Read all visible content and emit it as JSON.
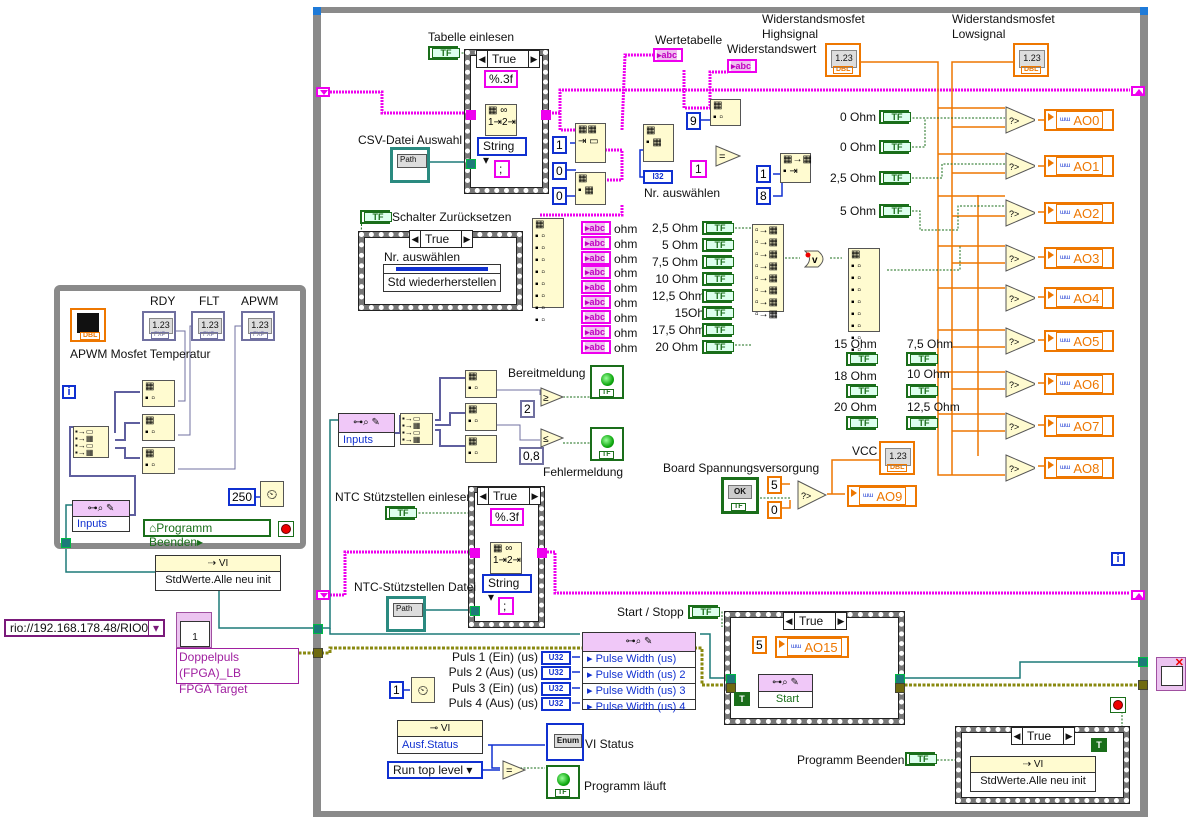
{
  "diagram": {
    "main_loop": {
      "iteration_terminal": "i"
    },
    "inner_loop": {
      "iteration_terminal": "i"
    },
    "tabelle": {
      "label": "Tabelle einlesen",
      "case_value": "True",
      "format_string": "%.3f",
      "type_ring": "String",
      "delimiter": ";",
      "path_label": "CSV-Datei Auswahl",
      "path_text": "Path",
      "output_label": "Wertetabelle",
      "widerstandswert_label": "Widerstandswert",
      "index_consts": [
        "1",
        "0",
        "0"
      ],
      "nr_select_label": "Nr. auswählen",
      "nr_select_type": "I32",
      "const_9": "9",
      "const_1": "1",
      "const_1b": "1",
      "const_8": "8"
    },
    "reset": {
      "label": "Schalter Zurücksetzen",
      "case_value": "True",
      "property_label": "Nr. auswählen",
      "method_label": "Std wiederherstellen"
    },
    "string_indicators": {
      "unit": "ohm",
      "count": 9
    },
    "ohm_switches_left": [
      "2,5 Ohm",
      "5 Ohm",
      "7,5 Ohm",
      "10 Ohm",
      "12,5 Ohm",
      "15Ohm",
      "17,5 Ohm",
      "20 Ohm"
    ],
    "ohm_switches_right": [
      "0 Ohm",
      "0 Ohm",
      "2,5 Ohm",
      "5 Ohm"
    ],
    "ohm_switches_bottom": [
      {
        "label": "15 Ohm"
      },
      {
        "label": "18 Ohm"
      },
      {
        "label": "20 Ohm"
      },
      {
        "label": "7,5 Ohm"
      },
      {
        "label": "10 Ohm"
      },
      {
        "label": "12,5 Ohm"
      }
    ],
    "mosfet_high": {
      "label_line1": "Widerstandsmosfet",
      "label_line2": "Highsignal",
      "display": "1.23",
      "type": "DBL"
    },
    "mosfet_low": {
      "label_line1": "Widerstandsmosfet",
      "label_line2": "Lowsignal",
      "display": "1.23",
      "type": "DBL"
    },
    "analog_outputs": [
      "AO0",
      "AO1",
      "AO2",
      "AO3",
      "AO4",
      "AO5",
      "AO6",
      "AO7",
      "AO8"
    ],
    "board": {
      "label": "Board Spannungsversorgung",
      "button_text": "OK",
      "true_value": "5",
      "false_value": "0",
      "vcc_label": "VCC",
      "vcc_display": "1.23",
      "vcc_type": "DBL",
      "output": "AO9"
    },
    "status_inputs": {
      "property_label": "Inputs",
      "ready_label": "Bereitmeldung",
      "ready_const": "2",
      "fault_label": "Fehlermeldung",
      "fault_const": "0,8"
    },
    "ntc": {
      "label": "NTC Stützstellen einlesen",
      "case_value": "True",
      "format_string": "%.3f",
      "type_ring": "String",
      "delimiter": ";",
      "path_label": "NTC-Stützstellen Datei",
      "path_text": "Path"
    },
    "left_loop": {
      "graph_label": "APWM Mosfet Temperatur",
      "graph_type": "DBL",
      "indicators": [
        {
          "label": "RDY",
          "display": "1.23",
          "type": "FXP"
        },
        {
          "label": "FLT",
          "display": "1.23",
          "type": "FXP"
        },
        {
          "label": "APWM",
          "display": "1.23",
          "type": "FXP"
        }
      ],
      "property_label": "Inputs",
      "wait_ms": "250",
      "stop_local": "Programm Beenden"
    },
    "std_init_left": {
      "class": "VI",
      "method": "StdWerte.Alle neu init"
    },
    "fpga": {
      "resource": "rio://192.168.178.48/RIO0",
      "vi_name_line1": "Doppelpuls (FPGA)_LB",
      "vi_name_line2": "FPGA Target",
      "count": "1"
    },
    "pulses": {
      "labels": [
        "Puls 1 (Ein) (us)",
        "Puls 2 (Aus) (us)",
        "Puls 3 (Ein) (us)",
        "Puls 4 (Aus) (us)"
      ],
      "type": "U32",
      "properties": [
        "Pulse Width (us)",
        "Pulse Width (us) 2",
        "Pulse Width (us) 3",
        "Pulse Width (us) 4"
      ],
      "wait_ms": "1"
    },
    "start_stop": {
      "label": "Start / Stopp",
      "case_value": "True",
      "ao_const": "5",
      "ao_name": "AO15",
      "start_label": "Start",
      "true_const": "T"
    },
    "vi_status": {
      "class": "VI",
      "property": "Ausf.Status",
      "enum_text": "Enum",
      "label": "VI Status",
      "ring_value": "Run top level",
      "running_label": "Programm läuft"
    },
    "end_program": {
      "label": "Programm Beenden",
      "case_value": "True",
      "true_const": "T",
      "class": "VI",
      "method": "StdWerte.Alle neu init"
    }
  }
}
